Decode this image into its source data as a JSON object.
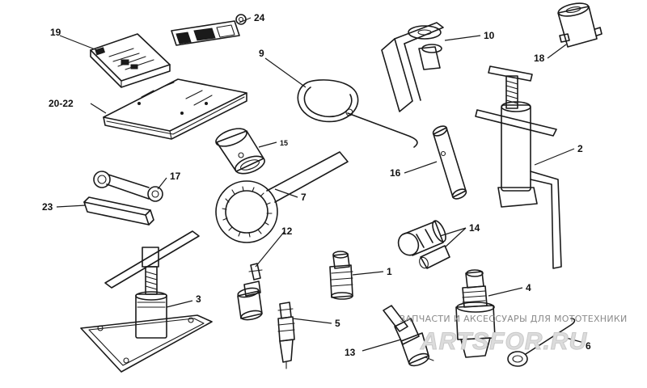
{
  "callouts": {
    "c1": "1",
    "c2": "2",
    "c3": "3",
    "c4": "4",
    "c5": "5",
    "c6": "6",
    "c7": "7",
    "c9": "9",
    "c10": "10",
    "c12": "12",
    "c13": "13",
    "c14": "14",
    "c15": "15",
    "c16": "16",
    "c17": "17",
    "c18": "18",
    "c19": "19",
    "c20_22": "20-22",
    "c23": "23",
    "c24": "24"
  },
  "watermark": {
    "tagline": "ЗАПЧАСТИ И АКСЕССУАРЫ ДЛЯ МОТОТЕХНИКИ",
    "logo": "ARTSFOR.RU"
  }
}
